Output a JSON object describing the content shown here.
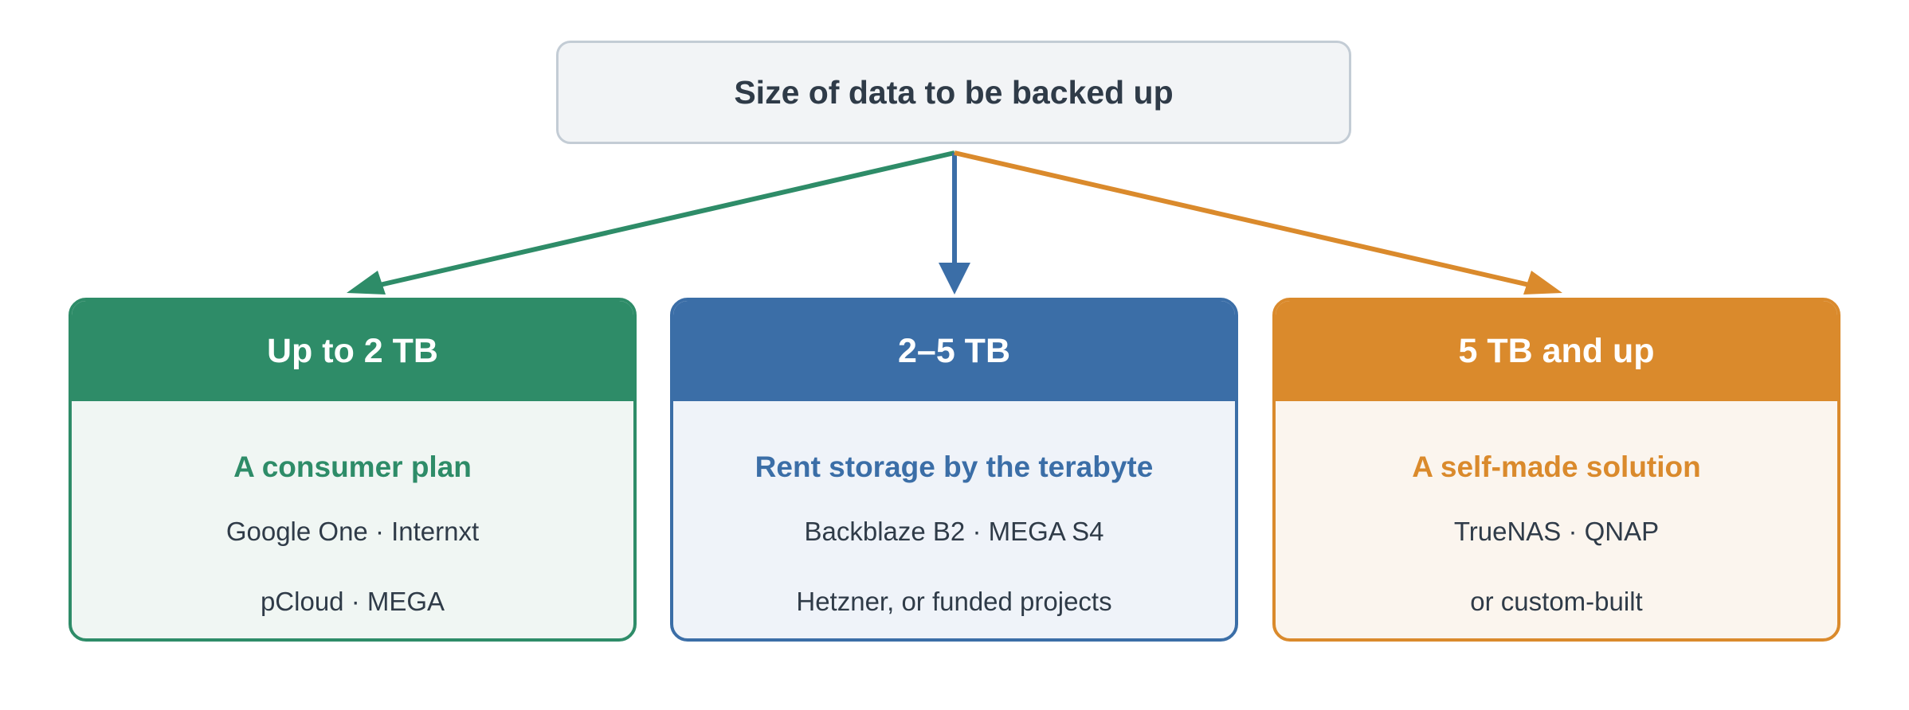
{
  "root": {
    "label": "Size of data to be backed up"
  },
  "branches": [
    {
      "header": "Up to 2 TB",
      "subtitle": "A consumer plan",
      "line1": "Google One · Internxt",
      "line2": "pCloud · MEGA",
      "color": "#2e8c68"
    },
    {
      "header": "2–5 TB",
      "subtitle": "Rent storage by the terabyte",
      "line1": "Backblaze B2 · MEGA S4",
      "line2": "Hetzner, or funded projects",
      "color": "#3b6ea7"
    },
    {
      "header": "5 TB and up",
      "subtitle": "A self-made solution",
      "line1": "TrueNAS · QNAP",
      "line2": "or custom-built",
      "color": "#da8a2c"
    }
  ]
}
